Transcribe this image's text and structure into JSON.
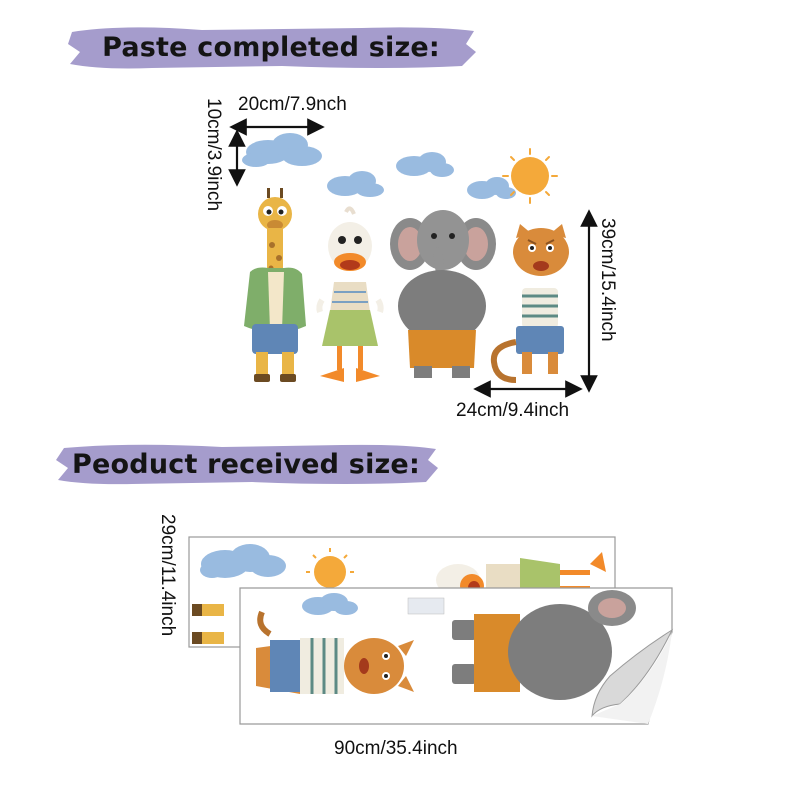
{
  "sections": {
    "completed_title": "Paste completed size:",
    "received_title": "Peoduct received size:"
  },
  "dimensions": {
    "cloud_width": "20cm/7.9nch",
    "cloud_height": "10cm/3.9inch",
    "figures_height": "39cm/15.4inch",
    "cat_width": "24cm/9.4inch",
    "sheet_height": "29cm/11.4inch",
    "sheet_width": "90cm/35.4inch"
  },
  "colors": {
    "banner": "#a59ccc",
    "cloud": "#8fb4dd",
    "sun": "#f4a93a",
    "giraffe": "#e9b546",
    "duck_skirt": "#a9c36a",
    "elephant": "#8a8a8a",
    "shorts_orange": "#d98a2a",
    "cat": "#d98b3b",
    "shorts_blue": "#5f86b6",
    "sheet_border": "#9a9a9a"
  },
  "icons": [
    "cloud-icon",
    "sun-icon",
    "giraffe-figure",
    "duck-figure",
    "elephant-figure",
    "cat-figure",
    "sticker-sheet",
    "peel-corner",
    "dimension-arrow-icon"
  ]
}
